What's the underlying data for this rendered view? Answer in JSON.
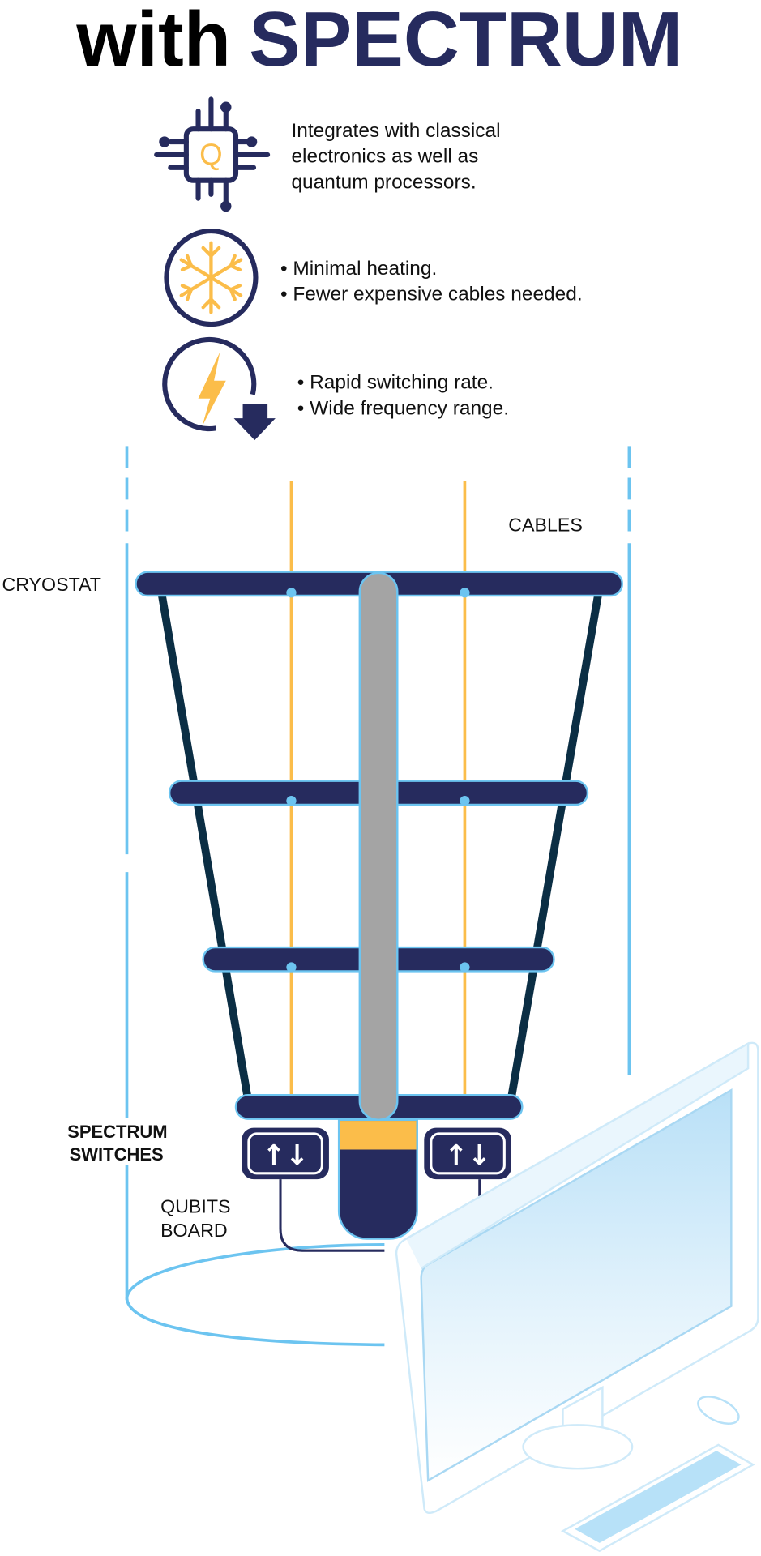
{
  "title": {
    "prefix": "with",
    "brand": "SPECTRUM"
  },
  "features": [
    {
      "icon": "quantum-chip-icon",
      "lines": [
        "Integrates with classical",
        "electronics as well as",
        "quantum processors."
      ]
    },
    {
      "icon": "snowflake-icon",
      "bullets": [
        "• Minimal heating.",
        "• Fewer expensive cables needed."
      ]
    },
    {
      "icon": "lightning-switch-icon",
      "bullets": [
        "• Rapid switching rate.",
        "• Wide frequency range."
      ]
    }
  ],
  "diagram": {
    "cryostat_label": "CRYOSTAT",
    "cables_label": "CABLES",
    "switches_label": [
      "SPECTRUM",
      "SWITCHES"
    ],
    "qubits_label": [
      "QUBITS",
      "BOARD"
    ],
    "switch_glyph": "↑↓",
    "chip_letter": "Q"
  },
  "colors": {
    "navy": "#262b5e",
    "orange": "#fbbd4a",
    "light_blue": "#6cc4f0",
    "teal": "#0b2e44",
    "gray": "#a4a4a4"
  }
}
